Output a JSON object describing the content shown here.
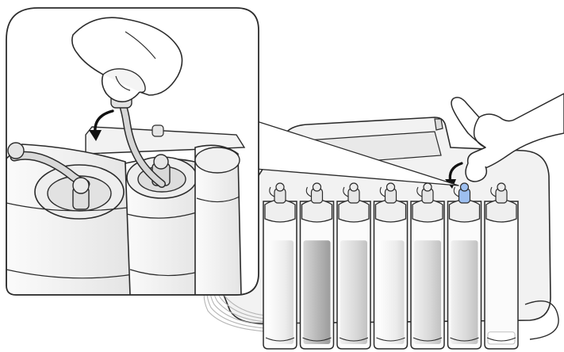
{
  "illustration": {
    "step": "close-tank-plugs",
    "tank_count": 7,
    "callout": "zoomed-inset-top-left",
    "arrows": [
      "curved-arrow-inset",
      "curved-arrow-main"
    ],
    "colors": {
      "outline": "#2b2b2b",
      "fill_light": "#f3f3f3",
      "fill_mid": "#e2e2e2",
      "fill_shadow": "#c9c9c9",
      "ink_dark": "#a6a6a6",
      "highlight_plug": "#9dbff0",
      "tube": "#d9d9d9"
    },
    "tanks": [
      {
        "name": "tank-1",
        "ink_tone": "light",
        "ink_level": 0.86
      },
      {
        "name": "tank-2",
        "ink_tone": "dark",
        "ink_level": 0.86
      },
      {
        "name": "tank-3",
        "ink_tone": "mid",
        "ink_level": 0.86
      },
      {
        "name": "tank-4",
        "ink_tone": "light",
        "ink_level": 0.86
      },
      {
        "name": "tank-5",
        "ink_tone": "mid",
        "ink_level": 0.86
      },
      {
        "name": "tank-6",
        "ink_tone": "mid",
        "ink_level": 0.86,
        "plug_highlighted": true
      },
      {
        "name": "tank-7",
        "ink_tone": "empty",
        "ink_level": 0.1
      }
    ]
  }
}
